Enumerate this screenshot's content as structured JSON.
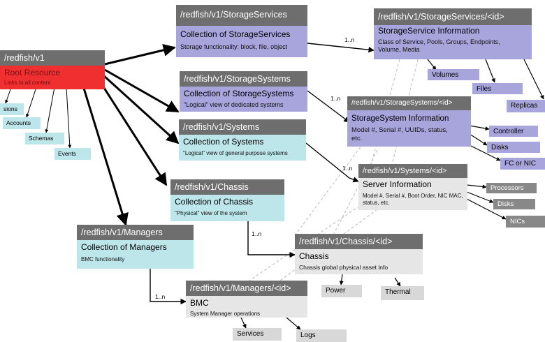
{
  "nodes": {
    "root": {
      "path": "/redfish/v1",
      "title": "Root Resource",
      "desc": "Links to all content"
    },
    "storage_services": {
      "path": "/redfish/v1/StorageServices",
      "title": "Collection of StorageServices",
      "desc": "Storage functionality: block, file, object"
    },
    "storage_service_id": {
      "path": "/redfish/v1/StorageServices/<id>",
      "title": "StorageService Information",
      "desc": "Class of Service, Pools, Groups, Endpoints, Volume, Media"
    },
    "storage_systems": {
      "path": "/redfish/v1/StorageSystems",
      "title": "Collection of StorageSystems",
      "desc": "\"Logical\" view of dedicated systems"
    },
    "storage_system_id": {
      "path": "/redfish/v1/StorageSystems/<id>",
      "title": "StorageSystem Information",
      "desc": "Model #, Serial #,  UUIDs, status, etc."
    },
    "systems": {
      "path": "/redfish/v1/Systems",
      "title": "Collection of Systems",
      "desc": "\"Logical\" view of general purpose systems"
    },
    "system_id": {
      "path": "/redfish/v1/Systems/<id>",
      "title": "Server Information",
      "desc": "Model #, Serial #, Boot Order, NIC MAC, status, etc."
    },
    "chassis": {
      "path": "/redfish/v1/Chassis",
      "title": "Collection of Chassis",
      "desc": "\"Physical\" view of the system"
    },
    "chassis_id": {
      "path": "/redfish/v1/Chassis/<id>",
      "title": "Chassis",
      "desc": "Chassis global physical asset info"
    },
    "managers": {
      "path": "/redfish/v1/Managers",
      "title": "Collection of Managers",
      "desc": "BMC functionality"
    },
    "manager_id": {
      "path": "/redfish/v1/Managers/<id>",
      "title": "BMC",
      "desc": "System Manager operations"
    }
  },
  "tags": {
    "sessions": "sions",
    "accounts": "Accounts",
    "schemas": "Schemas",
    "events": "Events",
    "volumes": "Volumes",
    "files": "Files",
    "replicas": "Replicas",
    "controller": "Controller",
    "disks_storage": "Disks",
    "fc_or_nic": "FC or NIC",
    "processors": "Processors",
    "disks_system": "Disks",
    "nics": "NICs",
    "power": "Power",
    "thermal": "Thermal",
    "services": "Services",
    "logs": "Logs"
  },
  "multiplicity": {
    "storage_services": "1..n",
    "storage_systems": "1..n",
    "systems": "1..n",
    "chassis": "1..n",
    "managers": "1..n"
  },
  "colors": {
    "header": "#6e6e6e",
    "root_body": "#f03030",
    "lavender": "#a7a5dc",
    "cyan": "#bde6ea",
    "light_gray": "#e6e6e6"
  }
}
